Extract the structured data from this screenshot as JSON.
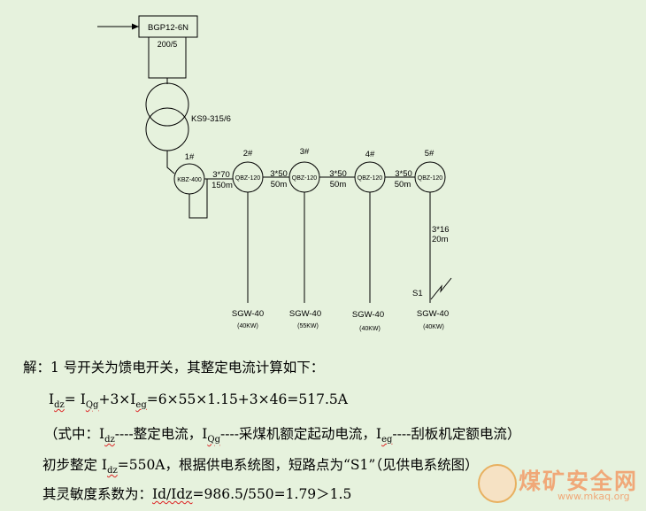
{
  "diagram": {
    "breaker_name": "BGP12-6N",
    "breaker_rating": "200/5",
    "transformer_name": "KS9-315/6",
    "switches": [
      {
        "num": "1#",
        "model": "KBZ-400"
      },
      {
        "num": "2#",
        "model": "QBZ-120"
      },
      {
        "num": "3#",
        "model": "QBZ-120"
      },
      {
        "num": "4#",
        "model": "QBZ-120"
      },
      {
        "num": "5#",
        "model": "QBZ-120"
      }
    ],
    "cables": [
      {
        "spec": "3*70",
        "len": "150m"
      },
      {
        "spec": "3*50",
        "len": "50m"
      },
      {
        "spec": "3*50",
        "len": "50m"
      },
      {
        "spec": "3*50",
        "len": "50m"
      }
    ],
    "branch_cable": {
      "spec": "3*16",
      "len": "20m"
    },
    "short_point": "S1",
    "loads": [
      {
        "name": "SGW-40",
        "power": "(40KW)"
      },
      {
        "name": "SGW-40",
        "power": "(55KW)"
      },
      {
        "name": "SGW-40",
        "power": "(40KW)"
      },
      {
        "name": "SGW-40",
        "power": "(40KW)"
      }
    ]
  },
  "solution": {
    "line1": "解：1 号开关为馈电开关，其整定电流计算如下：",
    "line2": {
      "I": "I",
      "dz": "dz",
      "eq1": "= I",
      "Qg": "Qg",
      "mid": "+3×I",
      "eg": "eg",
      "rest": "=6×55×1.15+3×46=517.5A"
    },
    "line3": {
      "a": "（式中：I",
      "dz": "dz",
      "b": "----整定电流，I",
      "Qg": "Qg",
      "c": "----采煤机额定起动电流，I",
      "eg": "eg",
      "d": "----刮板机定额电流）"
    },
    "line4": {
      "a": "初步整定 I",
      "dz": "dz",
      "b": "=550A，根据供电系统图，短路点为“S1”（见供电系统图）"
    },
    "line5": {
      "a": "其灵敏度系数为：",
      "b": "Id/Idz",
      "c": "=986.5/550=1.79＞1.5"
    }
  },
  "watermark": {
    "title": "煤矿安全网",
    "url": "www.mkaq.org"
  }
}
